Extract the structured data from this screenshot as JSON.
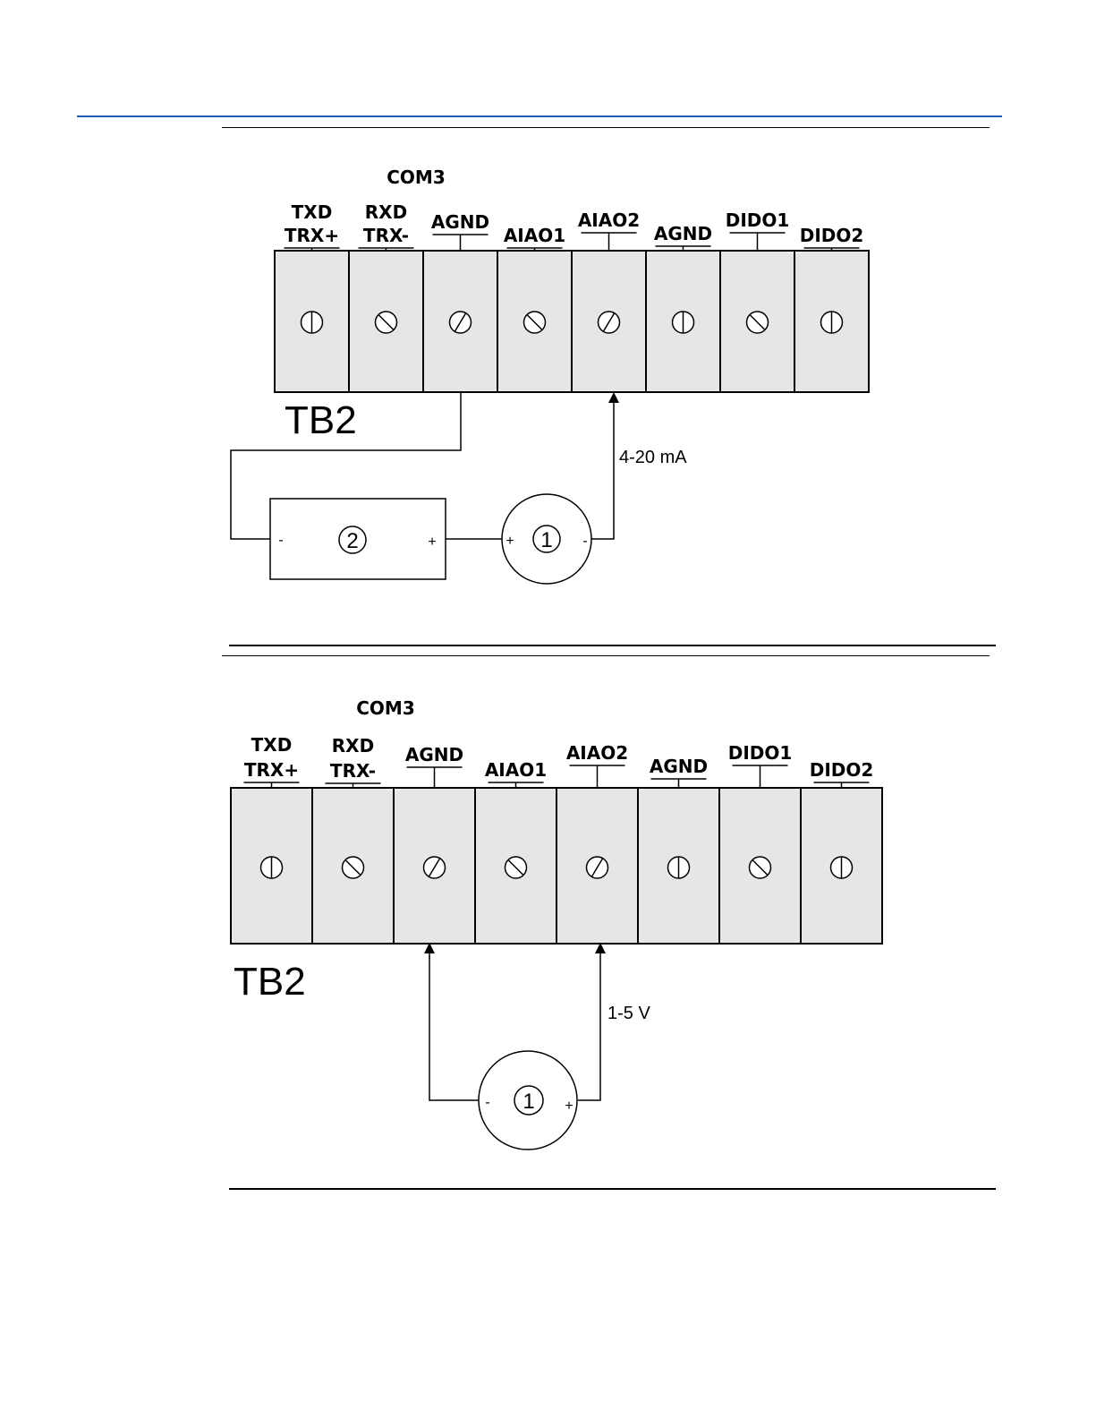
{
  "colors": {
    "header_rule": "#1f5fae",
    "terminal_fill": "#e6e6e6"
  },
  "diagrams": [
    {
      "com_label": "COM3",
      "terminals": [
        {
          "line1": "TXD",
          "line2": "TRX+",
          "screw": "vertical"
        },
        {
          "line1": "RXD",
          "line2": "TRX-",
          "screw": "back"
        },
        {
          "line1": "AGND",
          "line2": "",
          "screw": "fwd"
        },
        {
          "line1": "AIAO1",
          "line2": "",
          "screw": "back"
        },
        {
          "line1": "AIAO2",
          "line2": "",
          "screw": "fwd"
        },
        {
          "line1": "AGND",
          "line2": "",
          "screw": "vertical"
        },
        {
          "line1": "DIDO1",
          "line2": "",
          "screw": "back"
        },
        {
          "line1": "DIDO2",
          "line2": "",
          "screw": "vertical"
        }
      ],
      "block_label": "TB2",
      "signal_label": "4-20 mA",
      "device_1": {
        "number": "1",
        "plus": "+",
        "minus": "-"
      },
      "device_2": {
        "number": "2",
        "plus": "+",
        "minus": "-"
      }
    },
    {
      "com_label": "COM3",
      "terminals": [
        {
          "line1": "TXD",
          "line2": "TRX+",
          "screw": "vertical"
        },
        {
          "line1": "RXD",
          "line2": "TRX-",
          "screw": "back"
        },
        {
          "line1": "AGND",
          "line2": "",
          "screw": "fwd"
        },
        {
          "line1": "AIAO1",
          "line2": "",
          "screw": "back"
        },
        {
          "line1": "AIAO2",
          "line2": "",
          "screw": "fwd"
        },
        {
          "line1": "AGND",
          "line2": "",
          "screw": "vertical"
        },
        {
          "line1": "DIDO1",
          "line2": "",
          "screw": "back"
        },
        {
          "line1": "DIDO2",
          "line2": "",
          "screw": "vertical"
        }
      ],
      "block_label": "TB2",
      "signal_label": "1-5 V",
      "device_1": {
        "number": "1",
        "plus": "+",
        "minus": "-"
      }
    }
  ]
}
